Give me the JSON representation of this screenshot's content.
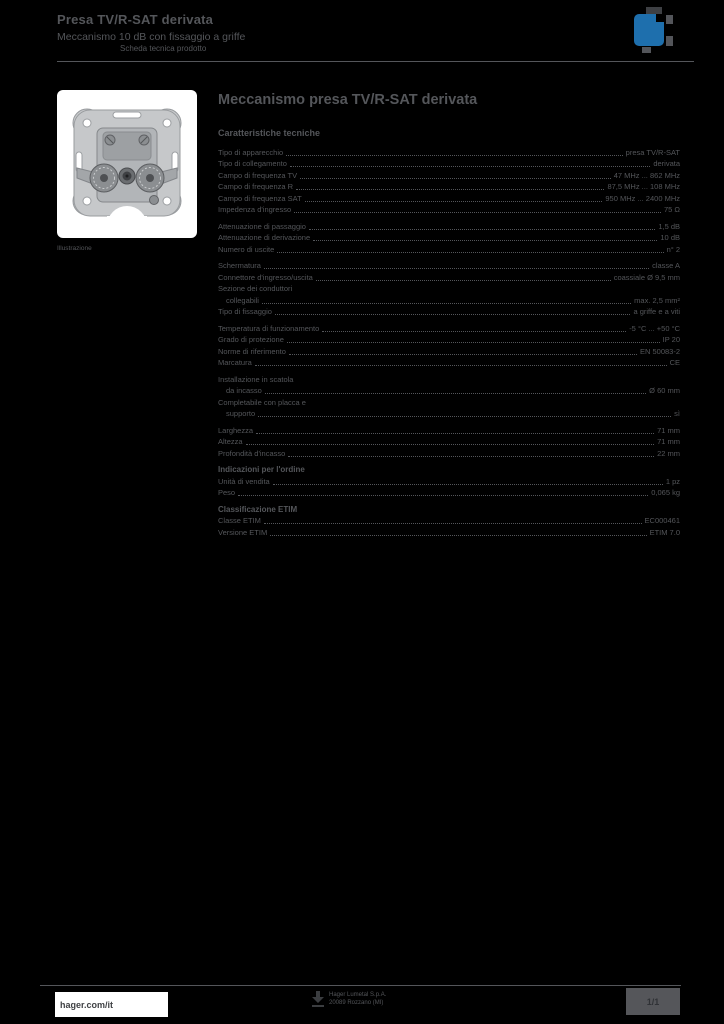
{
  "colors": {
    "text_gray": "#54565a",
    "hager_blue": "#1e6fad",
    "page_background": "#000000",
    "card_white": "#ffffff"
  },
  "header": {
    "title_line1": "Presa TV/R-SAT derivata",
    "title_line2": "Meccanismo 10 dB con fissaggio a griffe",
    "title_line3": "Scheda tecnica prodotto"
  },
  "product": {
    "image_alt": "Meccanismo presa d'antenna con griffe di fissaggio",
    "caption": "Illustrazione"
  },
  "main": {
    "title": "Meccanismo presa TV/R-SAT derivata",
    "section_title": "Caratteristiche tecniche",
    "spec_groups": [
      {
        "rows": [
          {
            "t": "row",
            "label": "Tipo di apparecchio",
            "value": "presa TV/R-SAT"
          },
          {
            "t": "row",
            "label": "Tipo di collegamento",
            "value": "derivata"
          },
          {
            "t": "row",
            "label": "Campo di frequenza TV",
            "value": "47 MHz ... 862 MHz"
          },
          {
            "t": "row",
            "label": "Campo di frequenza R",
            "value": "87,5 MHz ... 108 MHz"
          },
          {
            "t": "row",
            "label": "Campo di frequenza SAT",
            "value": "950 MHz ... 2400 MHz"
          },
          {
            "t": "row",
            "label": "Impedenza d'ingresso",
            "value": "75 Ω"
          }
        ]
      },
      {
        "rows": [
          {
            "t": "row",
            "label": "Attenuazione di passaggio",
            "value": "1,5 dB"
          },
          {
            "t": "row",
            "label": "Attenuazione di derivazione",
            "value": "10 dB"
          },
          {
            "t": "row",
            "label": "Numero di uscite",
            "value": "n° 2"
          }
        ]
      },
      {
        "rows": [
          {
            "t": "row",
            "label": "Schermatura",
            "value": "classe A"
          },
          {
            "t": "row",
            "label": "Connettore d'ingresso/uscita",
            "value": "coassiale Ø 9,5 mm"
          },
          {
            "t": "head",
            "label": "Sezione dei conduttori"
          },
          {
            "t": "wrap",
            "label": "collegabili",
            "value": "max. 2,5 mm²"
          },
          {
            "t": "row",
            "label": "Tipo di fissaggio",
            "value": "a griffe e a viti"
          }
        ]
      },
      {
        "rows": [
          {
            "t": "row",
            "label": "Temperatura di funzionamento",
            "value": "-5 °C ... +50 °C"
          },
          {
            "t": "row",
            "label": "Grado di protezione",
            "value": "IP 20"
          },
          {
            "t": "row",
            "label": "Norme di riferimento",
            "value": "EN 50083-2"
          },
          {
            "t": "row",
            "label": "Marcatura",
            "value": "CE"
          }
        ]
      },
      {
        "rows": [
          {
            "t": "head",
            "label": "Installazione in scatola"
          },
          {
            "t": "wrap",
            "label": "da incasso",
            "value": "Ø 60 mm"
          },
          {
            "t": "head",
            "label": "Completabile con placca e"
          },
          {
            "t": "wrap",
            "label": "supporto",
            "value": "sì"
          }
        ]
      },
      {
        "rows": [
          {
            "t": "row",
            "label": "Larghezza",
            "value": "71 mm"
          },
          {
            "t": "row",
            "label": "Altezza",
            "value": "71 mm"
          },
          {
            "t": "row",
            "label": "Profondità d'incasso",
            "value": "22 mm"
          }
        ]
      },
      {
        "rows": [
          {
            "t": "group",
            "label": "Indicazioni per l'ordine"
          },
          {
            "t": "row",
            "label": "Unità di vendita",
            "value": "1 pz"
          },
          {
            "t": "row",
            "label": "Peso",
            "value": "0,065 kg"
          }
        ]
      },
      {
        "rows": [
          {
            "t": "group",
            "label": "Classificazione ETIM"
          },
          {
            "t": "row",
            "label": "Classe ETIM",
            "value": "EC000461"
          },
          {
            "t": "row",
            "label": "Versione ETIM",
            "value": "ETIM 7.0"
          }
        ]
      }
    ]
  },
  "footer": {
    "website": "hager.com/it",
    "company_line1": "Hager Lumetal S.p.A.",
    "company_line2": "20089 Rozzano (MI)",
    "page_badge": "1/1"
  }
}
